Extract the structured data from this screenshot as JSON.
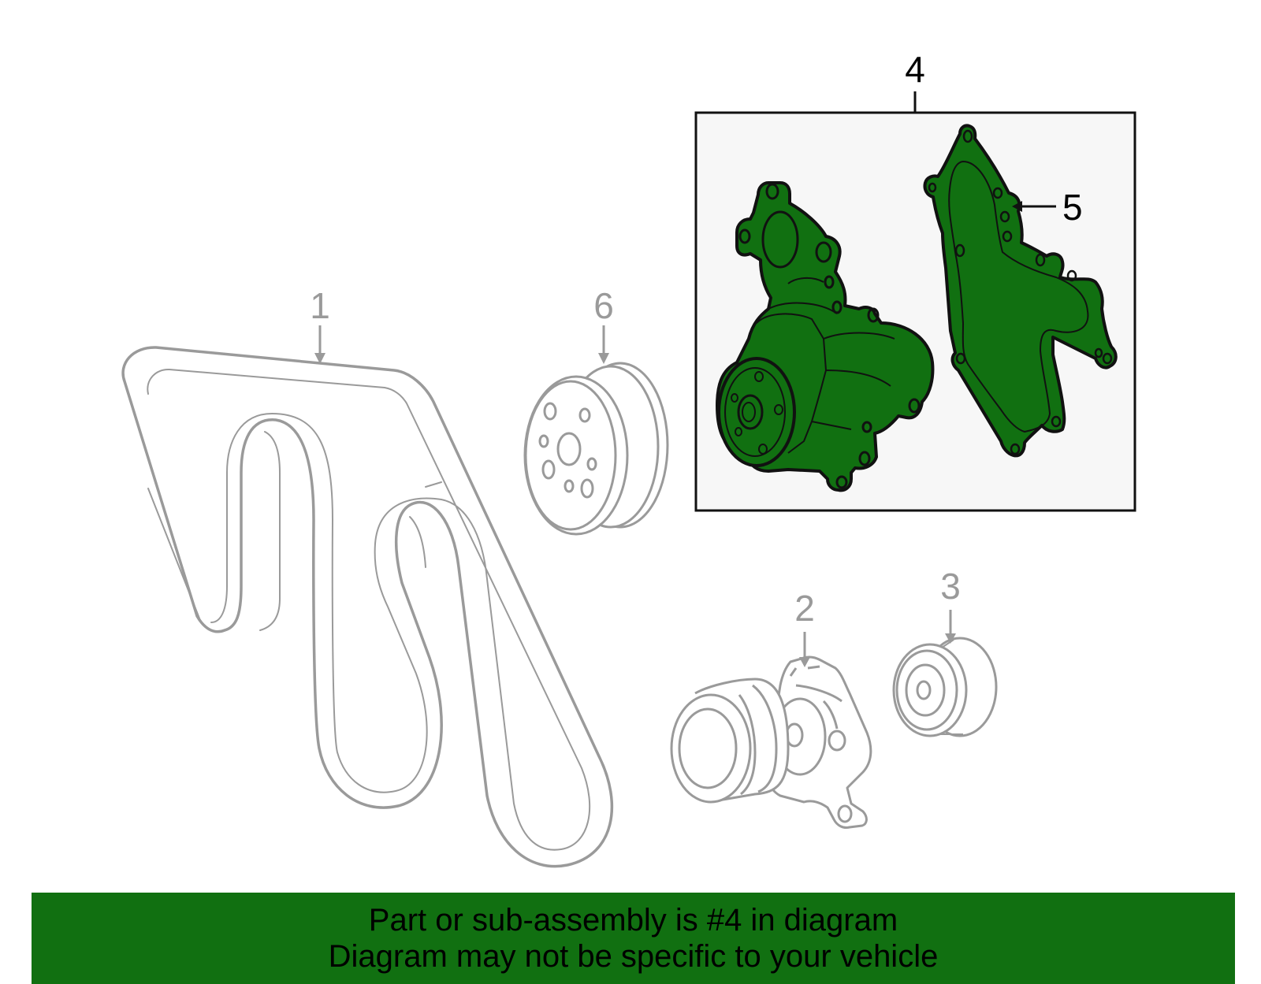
{
  "callouts": {
    "belt": "1",
    "tensioner": "2",
    "idler_pulley": "3",
    "water_pump_assembly": "4",
    "gasket": "5",
    "pump_pulley": "6"
  },
  "footer": {
    "line1": "Part or sub-assembly is #4 in diagram",
    "line2": "Diagram may not be specific to your vehicle"
  },
  "colors": {
    "highlight_green": "#117011",
    "part_outline_grey": "#9a9a9a",
    "inset_background": "#f7f7f7"
  }
}
